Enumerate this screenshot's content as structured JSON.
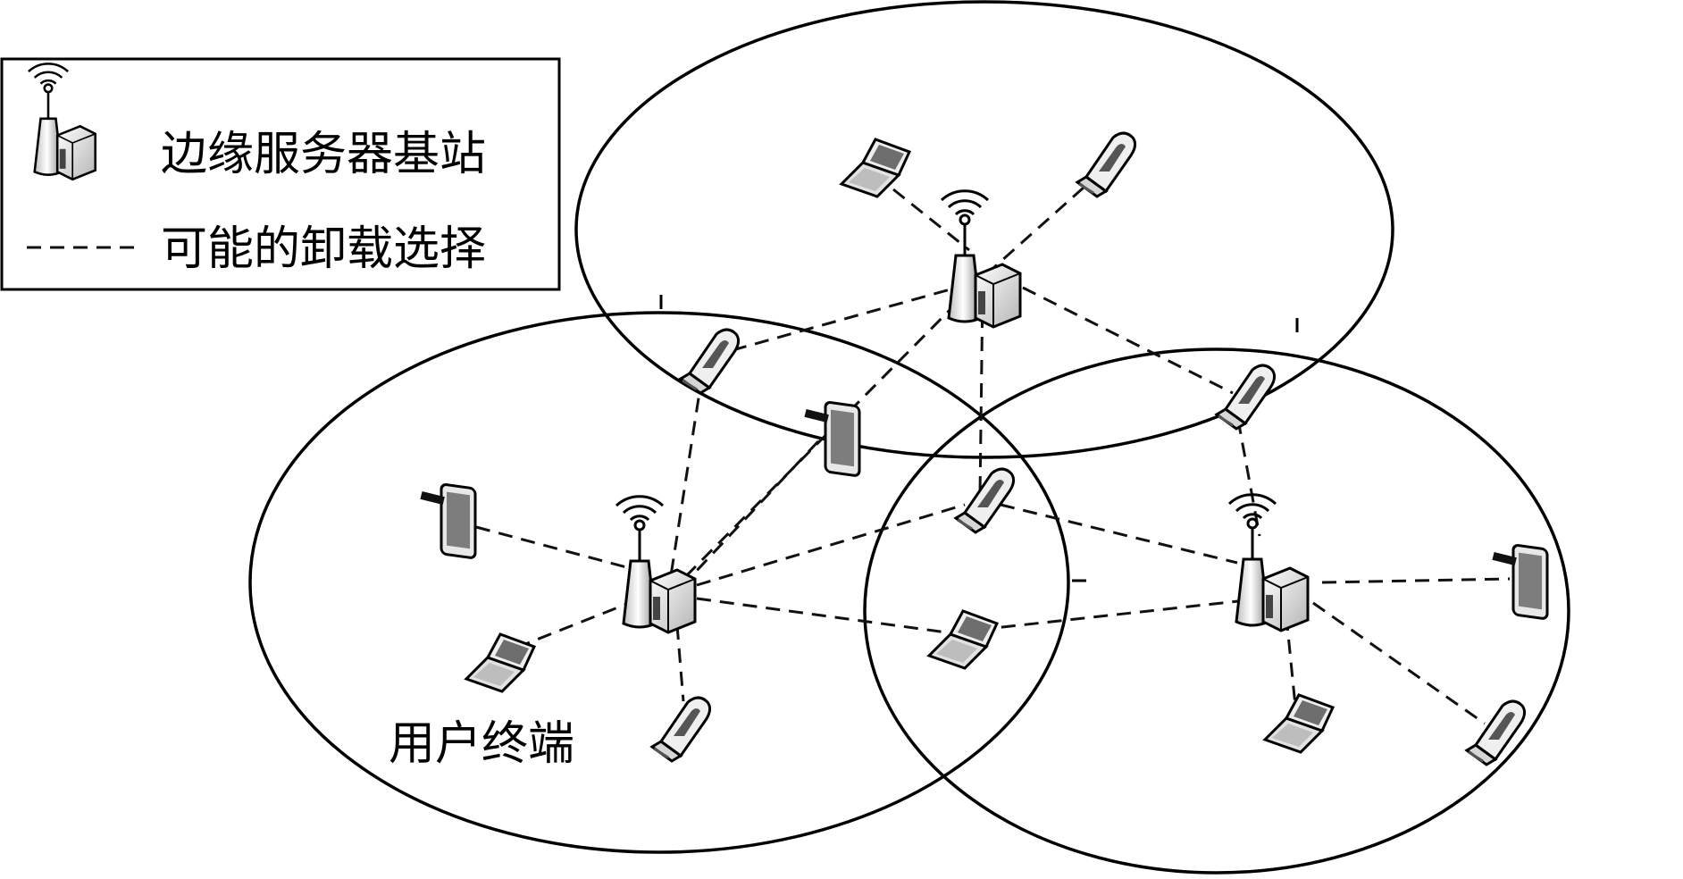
{
  "legend": {
    "base_station_label": "边缘服务器基站",
    "offload_label": "可能的卸载选择"
  },
  "terminal_label": "用户终端",
  "icons": {
    "base_station": "antenna-tower-with-server-icon",
    "phone": "flip-phone-icon",
    "tablet": "tablet-icon",
    "laptop": "laptop-icon"
  },
  "colors": {
    "line": "#000000",
    "device_fill": "#e6e6e6",
    "device_dark": "#9a9a9a"
  }
}
